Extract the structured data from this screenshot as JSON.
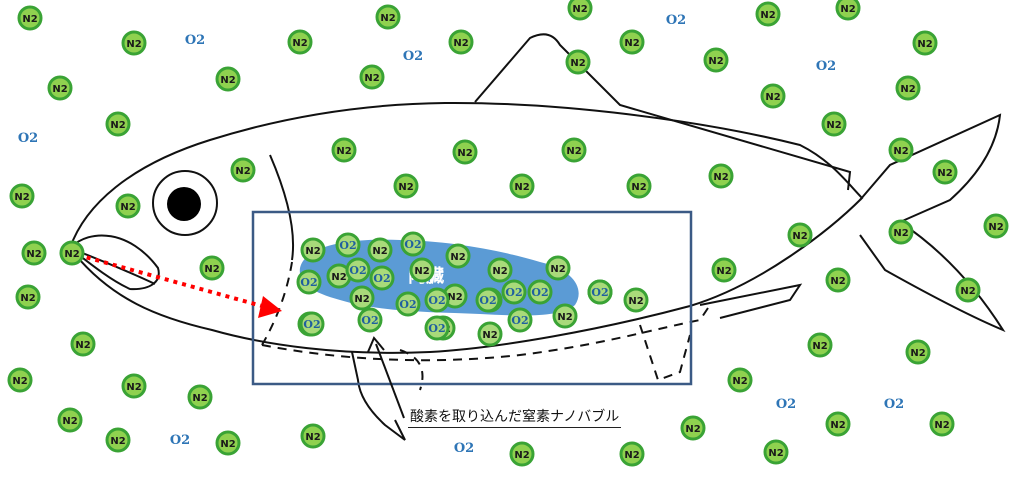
{
  "labels": {
    "nitrogen": "N2",
    "oxygen": "O2",
    "organ": "内臓",
    "caption": "酸素を取り込んだ窒素ナノバブル"
  },
  "colors": {
    "bubble_fill": "#8fd14f",
    "bubble_stroke": "#3aa335",
    "o2_text": "#2e75b6",
    "organ": "#5b9bd5",
    "arrow": "#ff0000",
    "box": "#3b5a85",
    "outline": "#111111"
  }
}
